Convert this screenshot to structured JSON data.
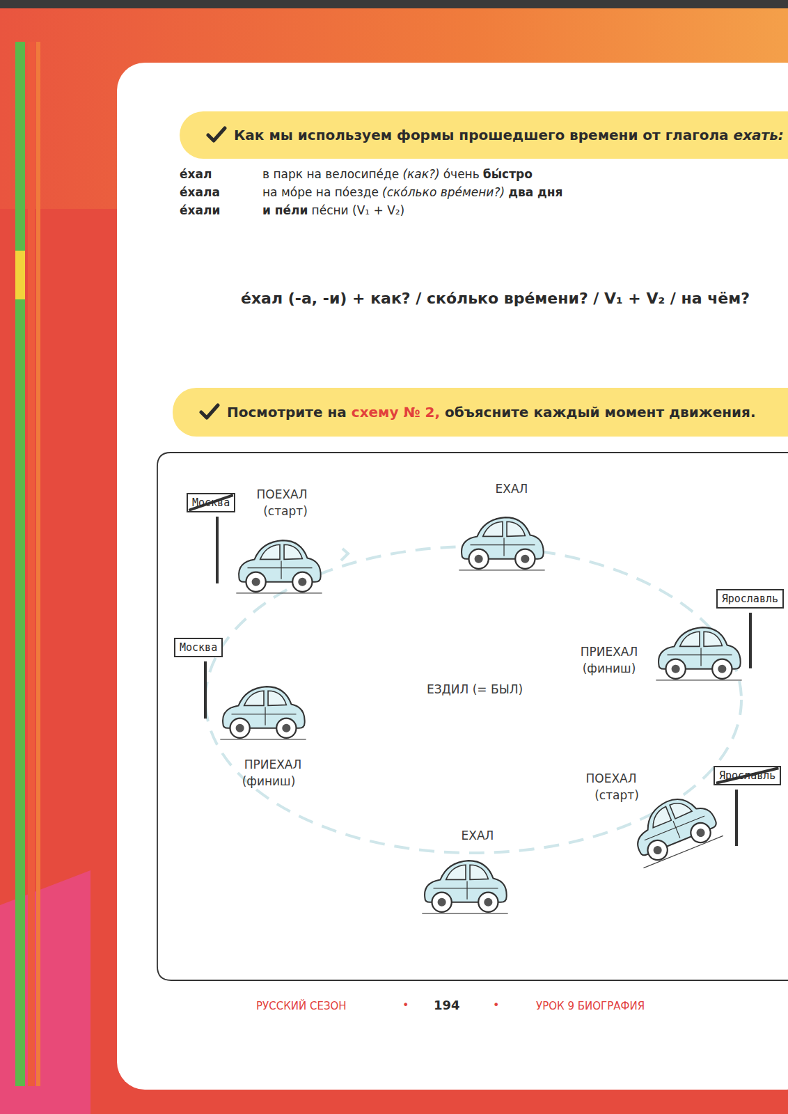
{
  "diagram": {
    "nodes": [
      {
        "text": [
          "Как мы используем формы прошедшего времени от глагола",
          "ехать:"
        ]
      },
      {
        "text": [
          "Посмотрите на",
          "схему № 2,",
          "объясните каждый момент движения."
        ]
      },
      {
        "text": [
          "Москва"
        ]
      },
      {
        "text": [
          "Ярославль"
        ]
      },
      {
        "text": [
          "Москва"
        ]
      },
      {
        "text": [
          "Ярославль"
        ]
      }
    ],
    "labels": [
      "е́хал",
      "е́хала",
      "е́хали",
      "в парк на велосипе́де",
      "(как?)",
      "о́чень",
      "бы́стро",
      "на мо́ре на по́езде",
      "(ско́лько вре́мени?)",
      "два дня",
      "и пе́ли",
      "пе́сни (V₁ + V₂)",
      "е́хал (-а, -и) + как? / ско́лько вре́мени? / V₁ + V₂ / на чём?",
      "ПОЕХАЛ",
      "(старт)",
      "ЕХАЛ",
      "ПРИЕХАЛ",
      "(финиш)",
      "ЕЗДИЛ (= БЫЛ)",
      "ПРИЕХАЛ",
      "(финиш)",
      "ПОЕХАЛ",
      "(старт)",
      "ЕХАЛ",
      "РУССКИЙ СЕЗОН",
      "•",
      "194",
      "•",
      "УРОК 9 БИОГРАФИЯ"
    ]
  }
}
